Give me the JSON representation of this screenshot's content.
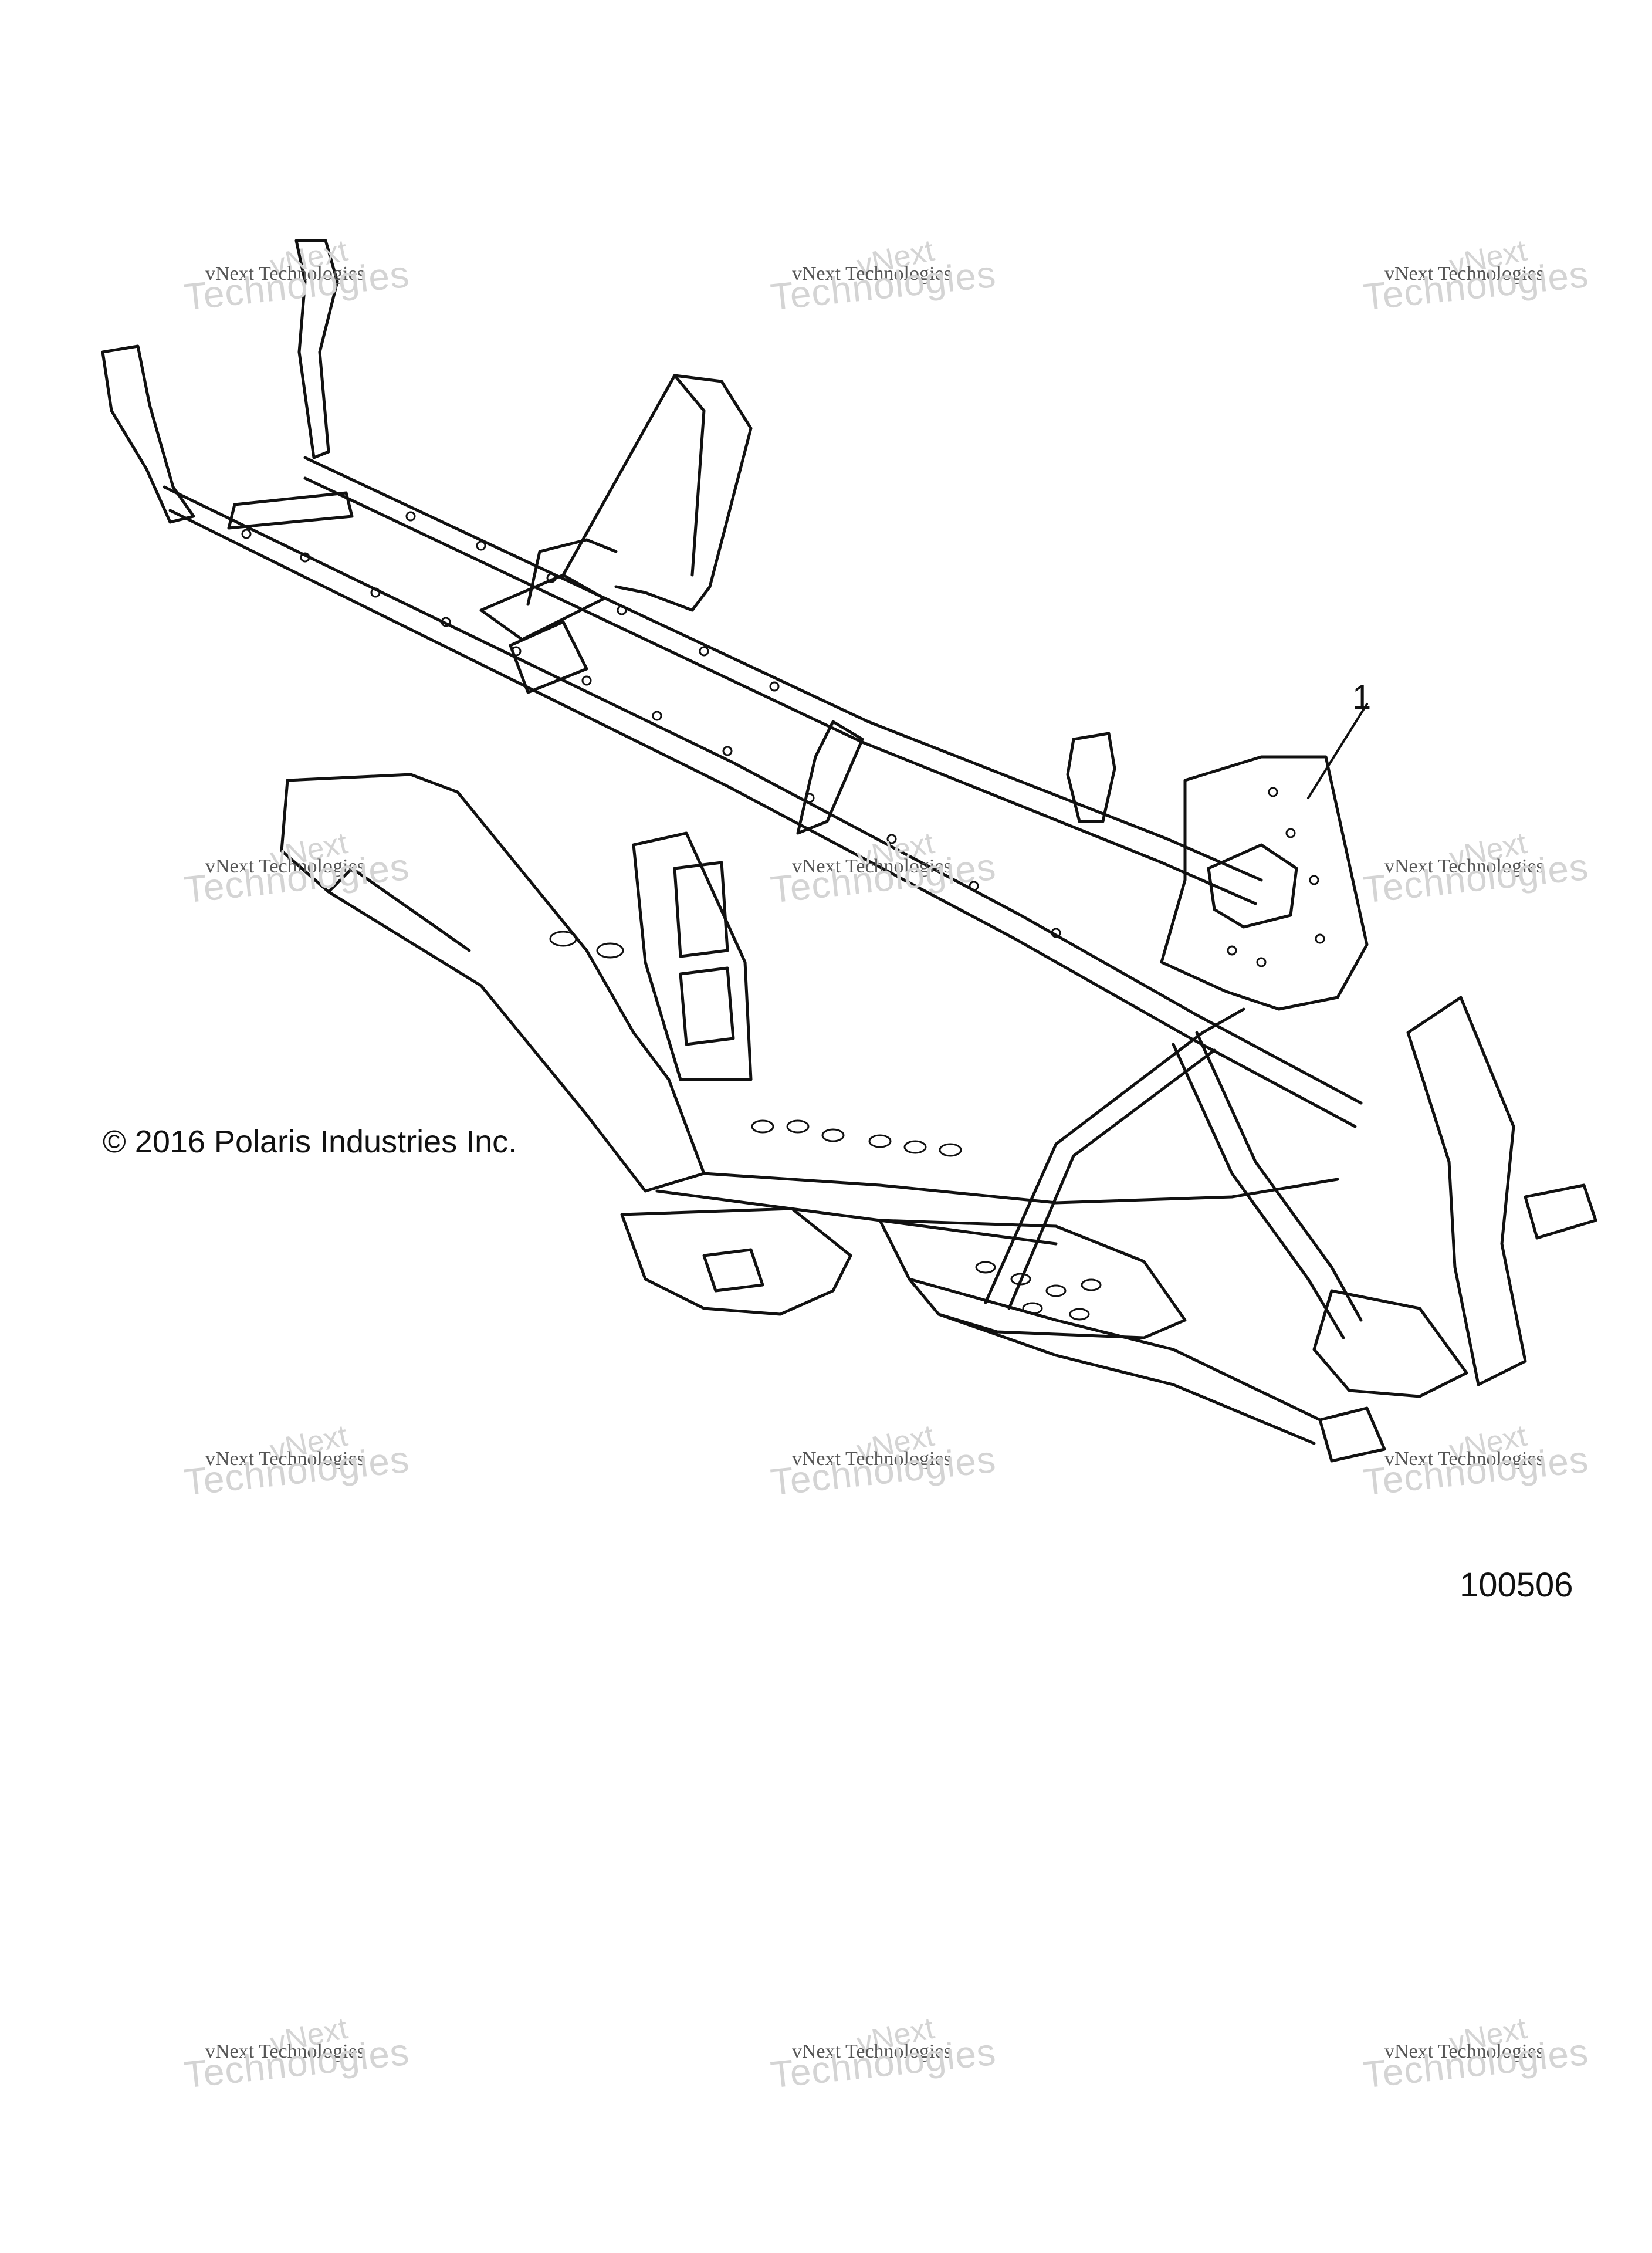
{
  "copyright": "© 2016 Polaris Industries Inc.",
  "callout_label": "1",
  "figure_number": "100506",
  "watermark": {
    "line1": "vNext",
    "line2": "vNext Technologies",
    "line3": "Technologies"
  },
  "colors": {
    "line": "#111111",
    "watermark": "#d4d4d4",
    "background": "#ffffff"
  }
}
